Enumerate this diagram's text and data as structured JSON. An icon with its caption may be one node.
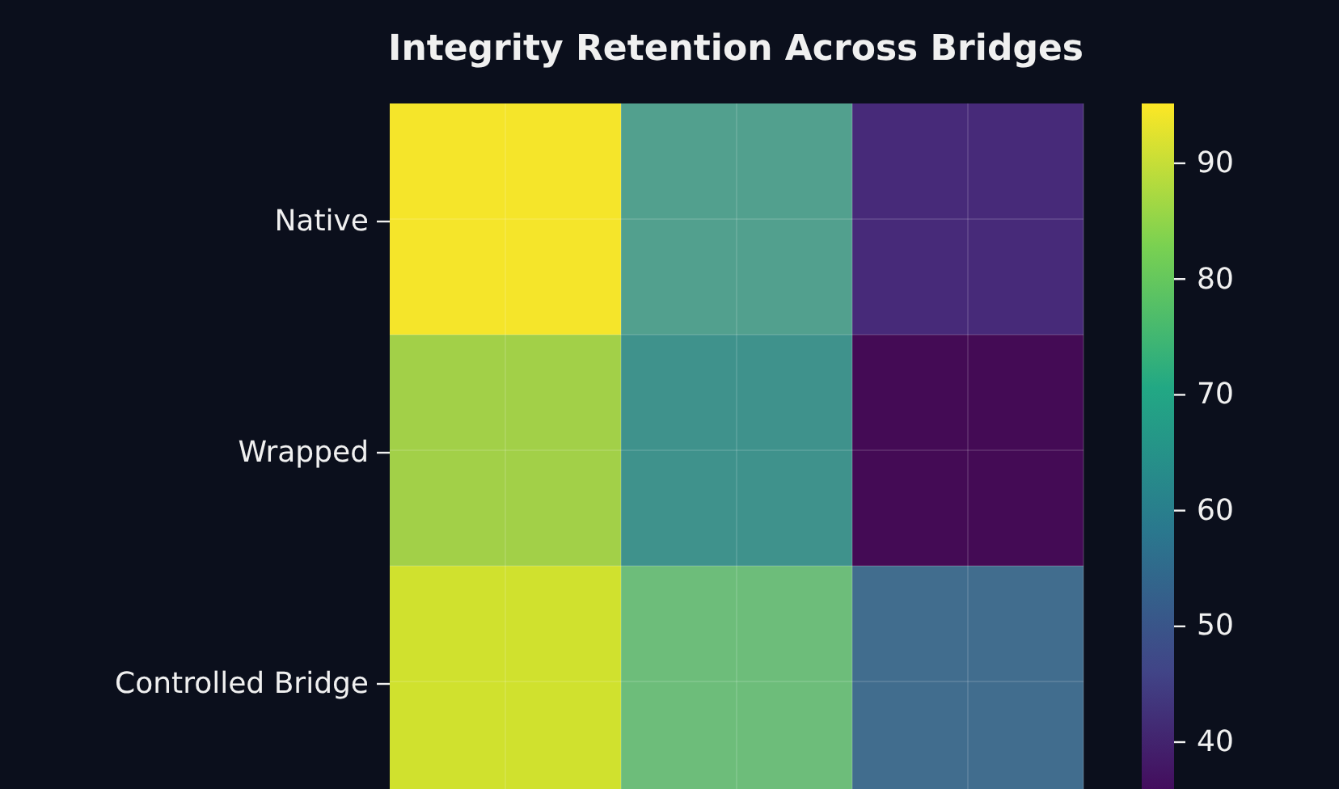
{
  "diagram": {
    "title": "Integrity Retention Across Bridges",
    "labels": [
      "Native",
      "Wrapped",
      "Controlled Bridge",
      "90",
      "80",
      "70",
      "60",
      "50",
      "40"
    ]
  }
}
